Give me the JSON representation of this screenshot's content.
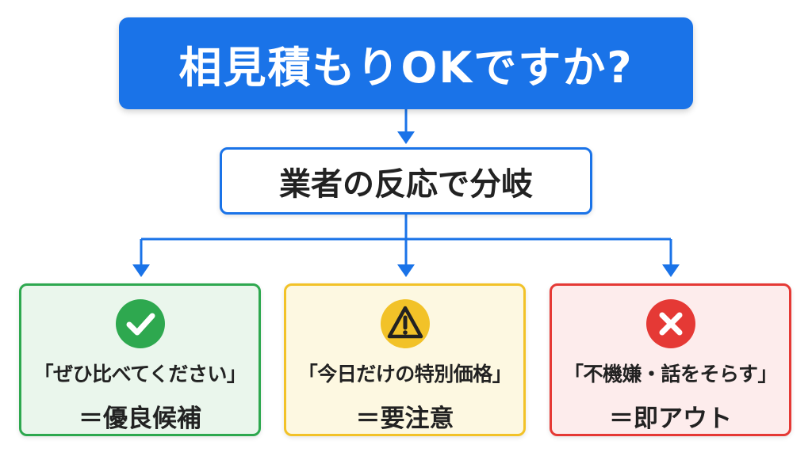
{
  "title": "相見積もりOKですか?",
  "branch": "業者の反応で分岐",
  "colors": {
    "primary": "#1a73e8",
    "good": "#2ea84f",
    "warn": "#f2c228",
    "bad": "#e53935"
  },
  "outcomes": [
    {
      "icon": "check-icon",
      "quote": "「ぜひ比べてください」",
      "verdict": "＝優良候補"
    },
    {
      "icon": "warning-icon",
      "quote": "「今日だけの特別価格」",
      "verdict": "＝要注意"
    },
    {
      "icon": "cross-icon",
      "quote": "「不機嫌・話をそらす」",
      "verdict": "＝即アウト"
    }
  ]
}
